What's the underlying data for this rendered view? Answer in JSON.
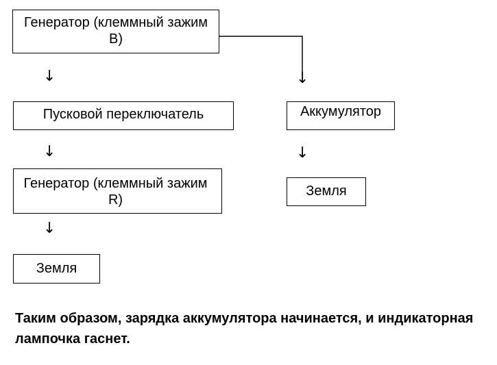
{
  "boxes": {
    "generator_b": "Генератор (клеммный зажим B)",
    "start_switch": "Пусковой переключатель",
    "battery": "Аккумулятор",
    "ground_right": "Земля",
    "generator_r": "Генератор (клеммный зажим R)",
    "ground_left": "Земля"
  },
  "arrow_glyph": "↓",
  "caption": "Таким образом, зарядка аккумулятора начинается, и индикаторная лампочка гаснет."
}
